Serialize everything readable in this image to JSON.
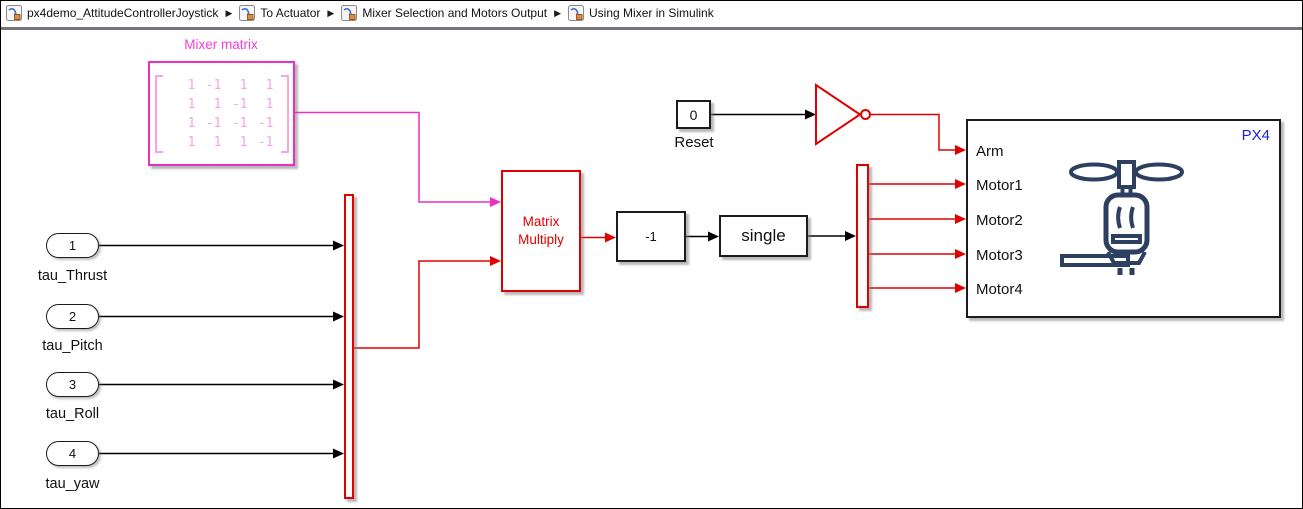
{
  "breadcrumb": {
    "separator": "▶",
    "items": [
      {
        "label": "px4demo_AttitudeControllerJoystick"
      },
      {
        "label": "To Actuator"
      },
      {
        "label": "Mixer Selection and Motors Output"
      },
      {
        "label": "Using Mixer in Simulink"
      }
    ]
  },
  "colors": {
    "signal_red": "#e00000",
    "mixer_magenta": "#ec2ec5",
    "mixer_light_pink": "#f7a3e8",
    "px4_blue": "#2021d9",
    "motor_icon_navy": "#2d4060"
  },
  "diagram": {
    "mixer": {
      "title": "Mixer matrix",
      "matrix": [
        [
          "1",
          "-1",
          "1",
          "1"
        ],
        [
          "1",
          "1",
          "-1",
          "1"
        ],
        [
          "1",
          "-1",
          "-1",
          "-1"
        ],
        [
          "1",
          "1",
          "1",
          "-1"
        ]
      ]
    },
    "inports": [
      {
        "number": "1",
        "label": "tau_Thrust"
      },
      {
        "number": "2",
        "label": "tau_Pitch"
      },
      {
        "number": "3",
        "label": "tau_Roll"
      },
      {
        "number": "4",
        "label": "tau_yaw"
      }
    ],
    "matrix_multiply": {
      "label": "Matrix Multiply"
    },
    "gain": {
      "label": "-1"
    },
    "cast": {
      "label": "single"
    },
    "reset": {
      "value": "0",
      "label": "Reset"
    },
    "px4": {
      "badge": "PX4",
      "ports": [
        "Arm",
        "Motor1",
        "Motor2",
        "Motor3",
        "Motor4"
      ]
    }
  }
}
